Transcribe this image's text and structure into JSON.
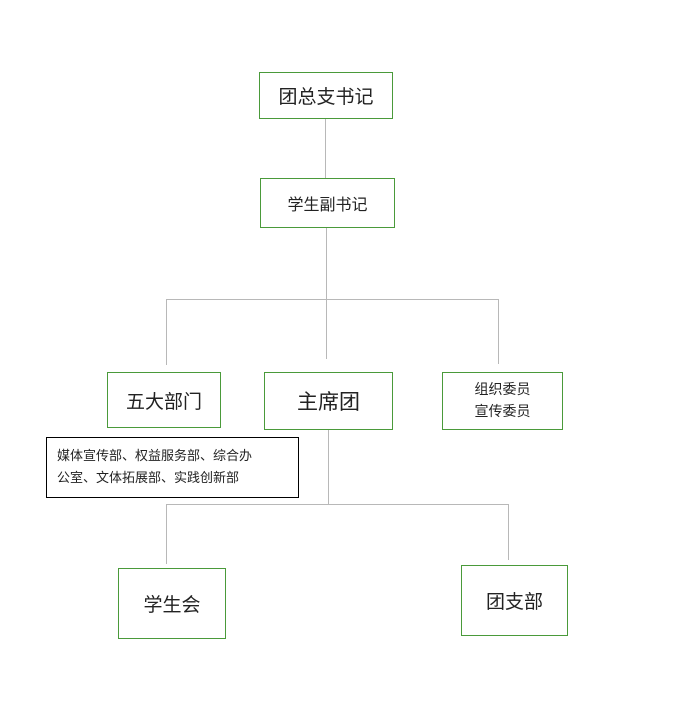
{
  "nodes": {
    "secretary": "团总支书记",
    "deputy": "学生副书记",
    "departments": "五大部门",
    "presidium": "主席团",
    "committee_line1": "组织委员",
    "committee_line2": "宣传委员",
    "dept_list_line1": "媒体宣传部、权益服务部、综合办",
    "dept_list_line2": "公室、文体拓展部、实践创新部",
    "student_union": "学生会",
    "league_branch": "团支部"
  },
  "colors": {
    "node_border": "#4a9a3a",
    "note_border": "#000000",
    "connector": "#b8b8b8"
  }
}
